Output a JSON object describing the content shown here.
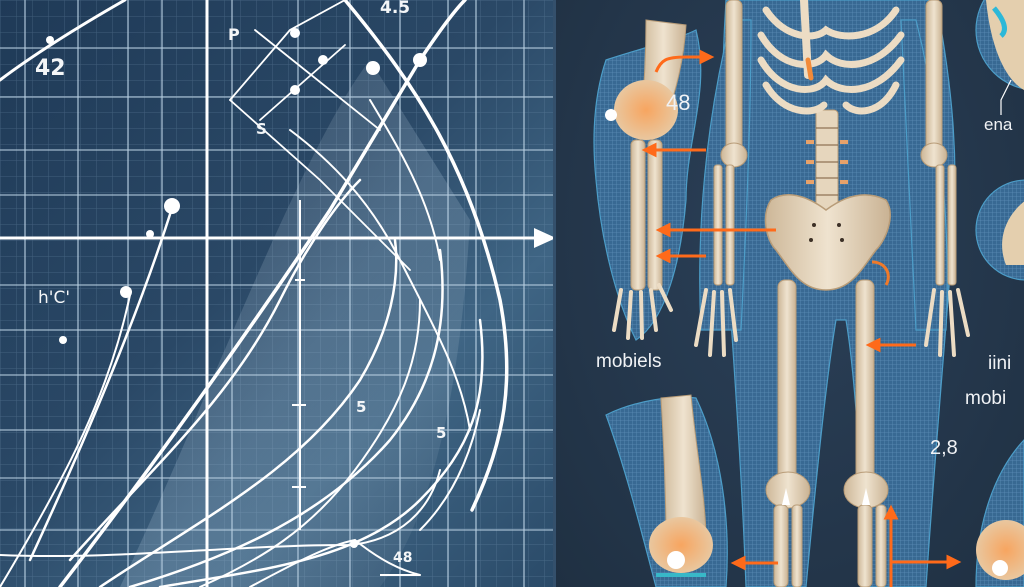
{
  "illustration": {
    "description": "Split illustration: blueprint-style line graph on left, human skeleton anatomy diagram on right",
    "colors": {
      "blueprint_bg": "#24405e",
      "grid_line": "#a9c1d6",
      "curve": "#ffffff",
      "anatomy_bg": "#233549",
      "bone": "#e8d8bf",
      "tissue": "#3b6f9a",
      "highlight": "#f07a2a",
      "arrow": "#ff6a1a"
    }
  },
  "graph_panel": {
    "labels": {
      "top_left_number": "42",
      "top_number": "4.5",
      "point_p": "P",
      "point_s": "S",
      "left_label": "h'C'",
      "mid_label_1": "5",
      "mid_label_2": "5",
      "bottom_fraction": "48"
    }
  },
  "anatomy_panel": {
    "labels": {
      "knee_number": "48",
      "left_caption": "mobiels",
      "right_caption_top": "ena",
      "right_caption_mid_1": "iini",
      "right_caption_mid_2": "mobi",
      "bottom_number": "2,8"
    }
  }
}
